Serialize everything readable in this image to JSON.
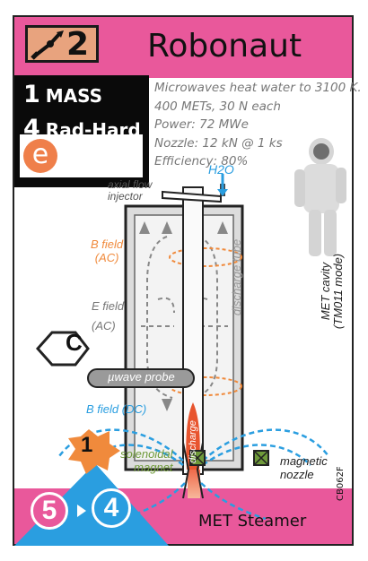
{
  "card": {
    "title": "Robonaut",
    "tech_level": "2",
    "stats": [
      {
        "value": "1",
        "label": "MASS"
      },
      {
        "value": "4",
        "label": "Rad-Hard"
      }
    ],
    "type_symbol": "e",
    "specs": [
      "Microwaves heat water to 3100 K.",
      "400 METs, 30 N each",
      "Power: 72 MWe",
      "Nozzle: 12 kN @ 1 ks",
      "Efficiency: 80%"
    ],
    "diagram": {
      "h2o": "H2O",
      "axial_flow_1": "axial flow",
      "axial_flow_2": "injector",
      "b_field_ac_1": "B field",
      "b_field_ac_2": "(AC)",
      "e_field_1": "E field",
      "e_field_2": "(AC)",
      "discharge_tube": "discharge tube",
      "met_cavity_1": "MET cavity",
      "met_cavity_2": "(TM011 mode)",
      "uwave_probe": "µwave probe",
      "b_field_dc": "B field (DC)",
      "discharge": "discharge",
      "solenoidal_1": "solenoidal",
      "solenoidal_2": "magnet",
      "magnetic_1": "magnetic",
      "magnetic_2": "nozzle",
      "c_symbol": "C"
    },
    "fuel_badge": "1",
    "isp_from": "5",
    "isp_to": "4",
    "footer_title": "MET Steamer",
    "code": "CB062F"
  },
  "colors": {
    "banner": "#e9589b",
    "badge": "#e8a37e",
    "blue": "#2a9ee0",
    "orange": "#f08a3c",
    "field_blue": "#2a9ee0"
  }
}
